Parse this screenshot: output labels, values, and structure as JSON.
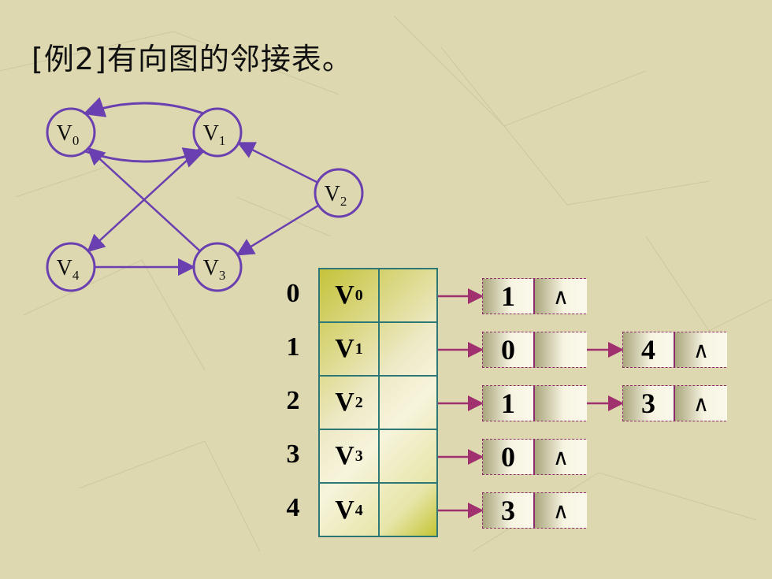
{
  "title": "[例2]有向图的邻接表。",
  "graph": {
    "vertices": [
      {
        "id": "V0",
        "name": "V",
        "sub": "0"
      },
      {
        "id": "V1",
        "name": "V",
        "sub": "1"
      },
      {
        "id": "V2",
        "name": "V",
        "sub": "2"
      },
      {
        "id": "V3",
        "name": "V",
        "sub": "3"
      },
      {
        "id": "V4",
        "name": "V",
        "sub": "4"
      }
    ],
    "edges": [
      {
        "from": "V0",
        "to": "V1"
      },
      {
        "from": "V1",
        "to": "V0"
      },
      {
        "from": "V1",
        "to": "V4"
      },
      {
        "from": "V2",
        "to": "V1"
      },
      {
        "from": "V2",
        "to": "V3"
      },
      {
        "from": "V3",
        "to": "V0"
      },
      {
        "from": "V4",
        "to": "V3"
      }
    ]
  },
  "adjacency_list": {
    "rows": [
      {
        "index": "0",
        "vertex": "V",
        "sub": "0",
        "neighbors": [
          "1"
        ]
      },
      {
        "index": "1",
        "vertex": "V",
        "sub": "1",
        "neighbors": [
          "0",
          "4"
        ]
      },
      {
        "index": "2",
        "vertex": "V",
        "sub": "2",
        "neighbors": [
          "1",
          "3"
        ]
      },
      {
        "index": "3",
        "vertex": "V",
        "sub": "3",
        "neighbors": [
          "0"
        ]
      },
      {
        "index": "4",
        "vertex": "V",
        "sub": "4",
        "neighbors": [
          "3"
        ]
      }
    ],
    "null_symbol": "∧"
  },
  "colors": {
    "graph_line": "#6a3fb0",
    "pointer_arrow": "#a0306e",
    "table_border": "#2e7777",
    "node_border": "#8a2b6a"
  }
}
